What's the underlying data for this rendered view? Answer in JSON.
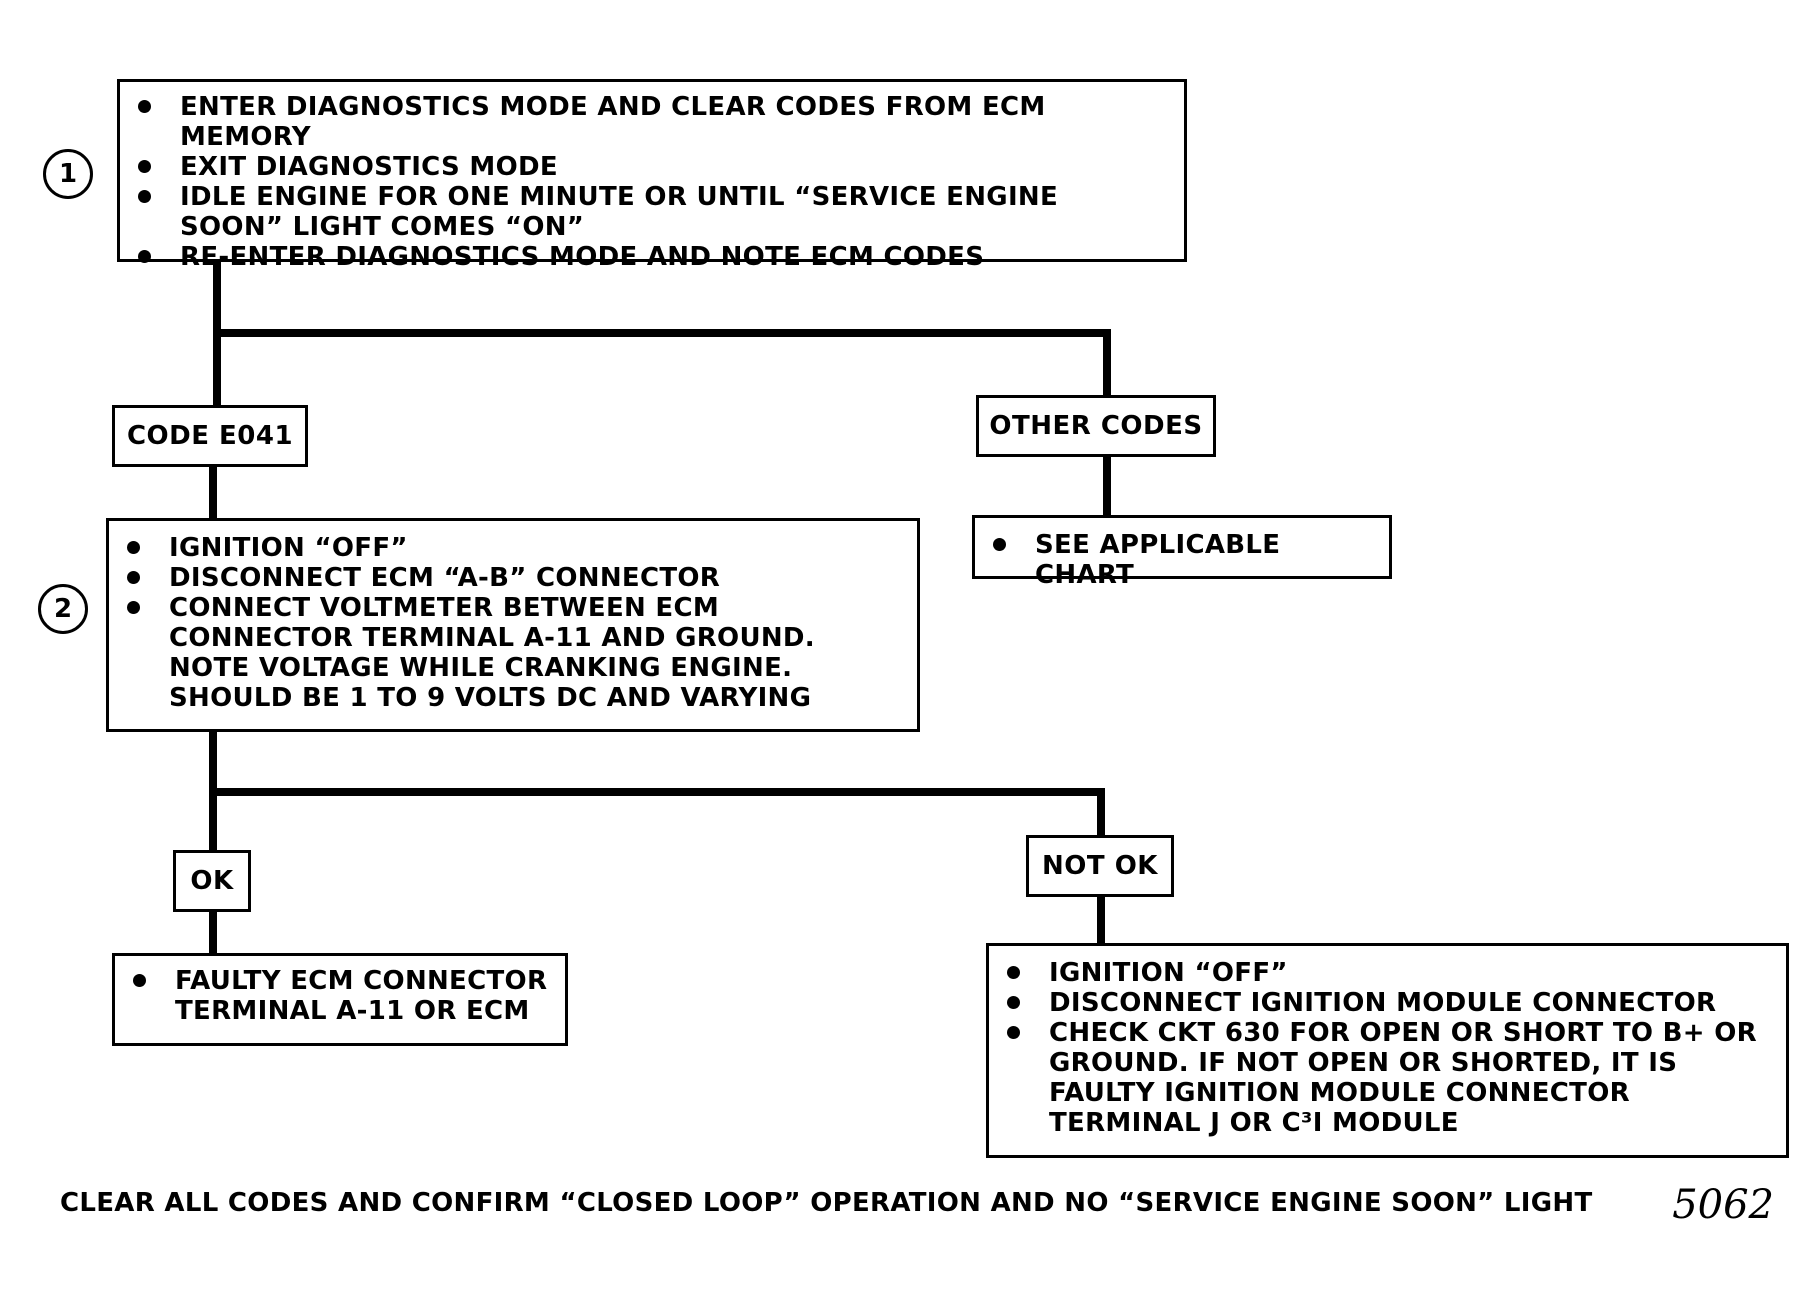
{
  "step1": {
    "number": "1",
    "items": [
      "ENTER DIAGNOSTICS MODE AND CLEAR CODES FROM ECM MEMORY",
      "EXIT DIAGNOSTICS MODE",
      "IDLE ENGINE FOR ONE MINUTE OR UNTIL “SERVICE ENGINE SOON” LIGHT COMES “ON”",
      "RE-ENTER DIAGNOSTICS MODE AND NOTE ECM CODES"
    ]
  },
  "branch1": {
    "left_label": "CODE E041",
    "right_label": "OTHER CODES",
    "right_result": "SEE APPLICABLE CHART"
  },
  "step2": {
    "number": "2",
    "items": [
      "IGNITION “OFF”",
      "DISCONNECT ECM “A-B” CONNECTOR",
      "CONNECT VOLTMETER BETWEEN ECM CONNECTOR TERMINAL A-11 AND GROUND. NOTE VOLTAGE WHILE CRANKING ENGINE. SHOULD BE 1 TO 9 VOLTS DC AND VARYING"
    ]
  },
  "branch2": {
    "left_label": "OK",
    "right_label": "NOT OK",
    "left_result": "FAULTY ECM CONNECTOR TERMINAL A-11 OR ECM",
    "right_items": [
      "IGNITION “OFF”",
      "DISCONNECT IGNITION MODULE CONNECTOR",
      "CHECK CKT 630 FOR OPEN OR SHORT TO B+ OR GROUND. IF NOT OPEN OR SHORTED, IT IS FAULTY IGNITION MODULE CONNECTOR TERMINAL J OR C³I MODULE"
    ]
  },
  "footer": "CLEAR ALL CODES AND CONFIRM “CLOSED LOOP” OPERATION AND NO “SERVICE ENGINE SOON” LIGHT",
  "figure_number": "5062"
}
